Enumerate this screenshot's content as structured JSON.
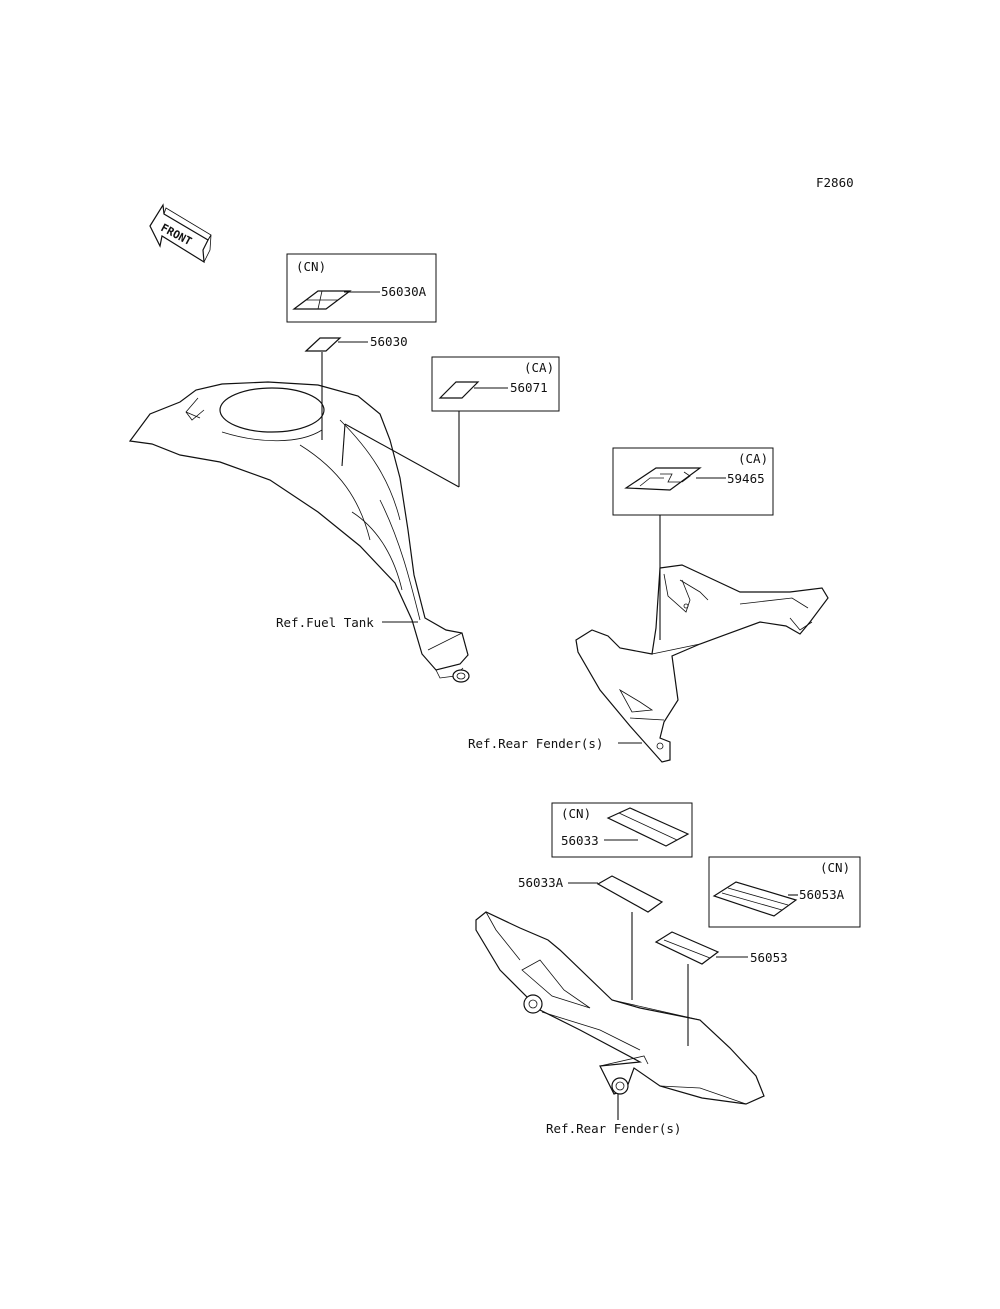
{
  "figure_code": "F2860",
  "front_label": "FRONT",
  "boxes": {
    "cn_56030a": {
      "region": "(CN)",
      "part": "56030A"
    },
    "ca_56071": {
      "region": "(CA)",
      "part": "56071"
    },
    "ca_59465": {
      "region": "(CA)",
      "part": "59465"
    },
    "cn_56033": {
      "region": "(CN)",
      "part": "56033"
    },
    "cn_56053a": {
      "region": "(CN)",
      "part": "56053A"
    }
  },
  "parts": {
    "p56030": "56030",
    "p56033a": "56033A",
    "p56053": "56053"
  },
  "refs": {
    "fuel_tank": "Ref.Fuel Tank",
    "rear_fender_1": "Ref.Rear Fender(s)",
    "rear_fender_2": "Ref.Rear Fender(s)"
  }
}
